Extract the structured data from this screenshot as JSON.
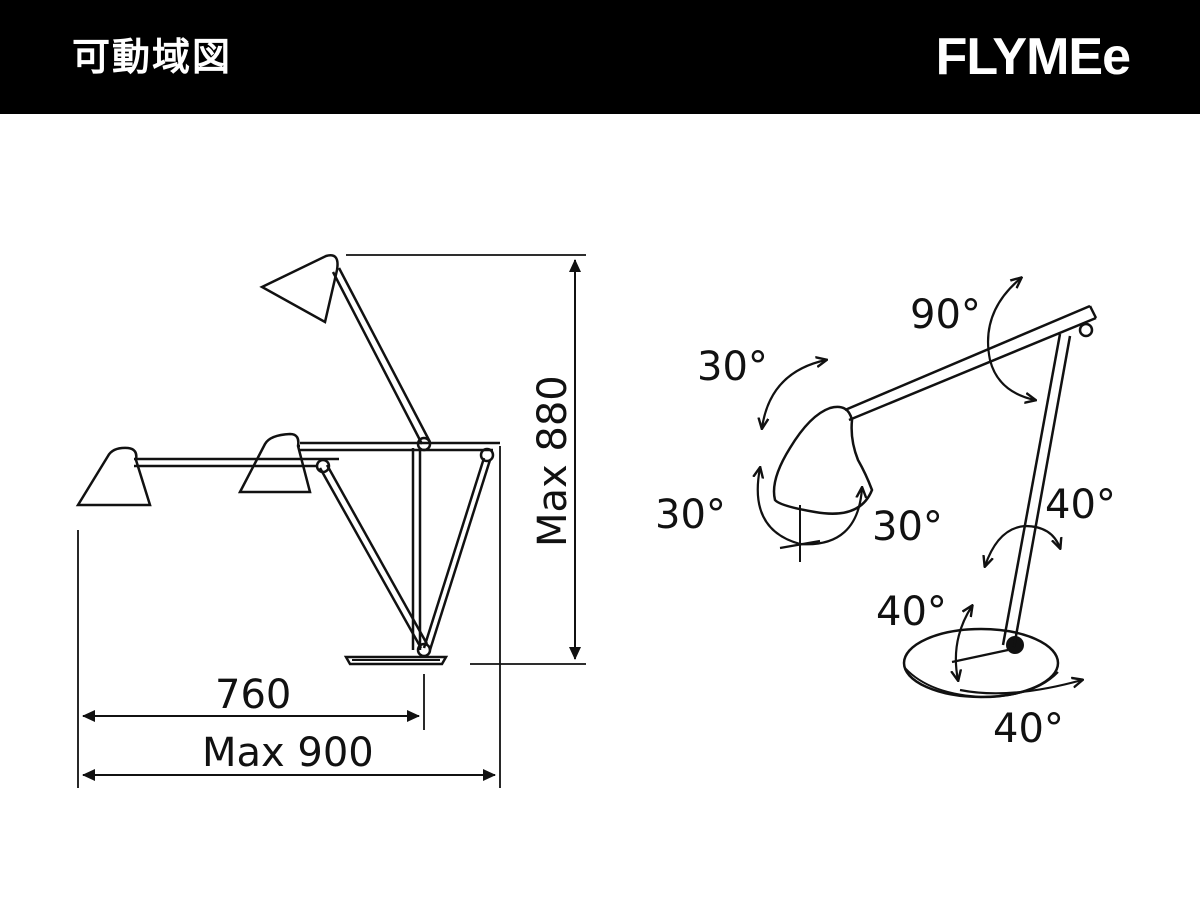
{
  "header": {
    "title": "可動域図",
    "brand": "FLYMEe"
  },
  "side_view": {
    "height_label": "Max 880",
    "reach_label": "760",
    "max_reach_label": "Max 900"
  },
  "rotation_view": {
    "arm_top_angle": "90°",
    "head_tilt_angle": "30°",
    "head_left_angle": "30°",
    "head_right_angle": "30°",
    "arm_lower_angle": "40°",
    "base_tilt_angle": "40°",
    "base_rotation_angle": "40°"
  },
  "colors": {
    "header_bg": "#000000",
    "header_text": "#ffffff",
    "line": "#111111",
    "background": "#ffffff"
  }
}
